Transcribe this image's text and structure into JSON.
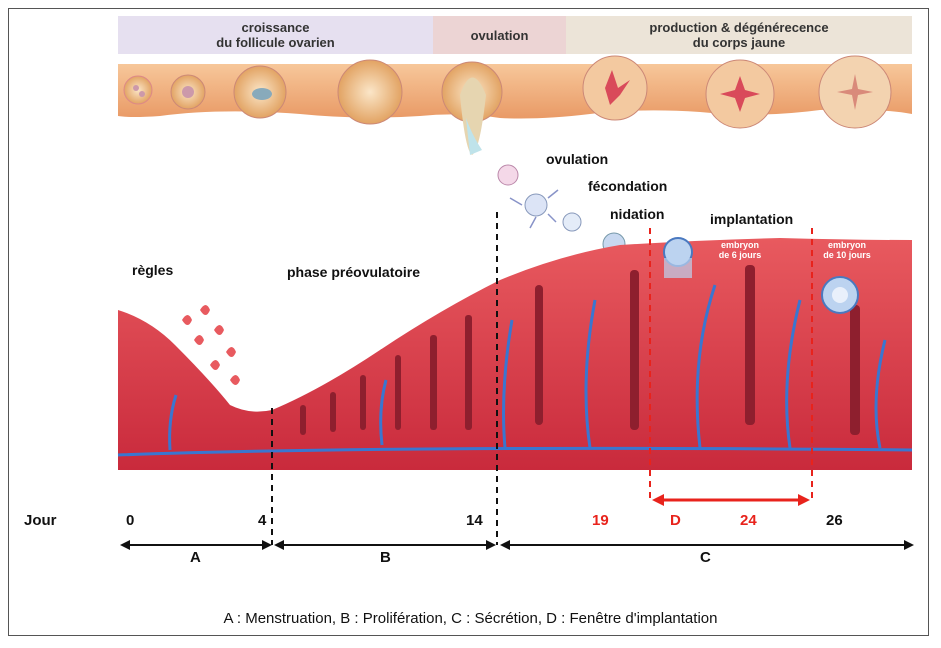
{
  "phases": {
    "follicle_growth": "croissance\ndu follicule ovarien",
    "ovulation": "ovulation",
    "corpus_luteum": "production & dégénérecence\ndu corps jaune"
  },
  "labels": {
    "ovulation": "ovulation",
    "fecondation": "fécondation",
    "nidation": "nidation",
    "implantation": "implantation",
    "regles": "règles",
    "preovulatoire": "phase préovulatoire",
    "embryon6": "embryon\nde 6 jours",
    "embryon10": "embryon\nde 10 jours"
  },
  "timeline": {
    "jour_label": "Jour",
    "days": [
      "0",
      "4",
      "14",
      "19",
      "D",
      "24",
      "26"
    ],
    "segments": [
      "A",
      "B",
      "C"
    ]
  },
  "caption": "A : Menstruation, B : Prolifération, C : Sécrétion, D : Fenêtre d'implantation",
  "colors": {
    "tissue": "#d9364a",
    "vessel_blue": "#3a76d0",
    "accent_red": "#e8231c",
    "phase1_bg": "#e6e0f0",
    "phase2_bg": "#ecd4d4",
    "phase3_bg": "#ece4d8"
  }
}
